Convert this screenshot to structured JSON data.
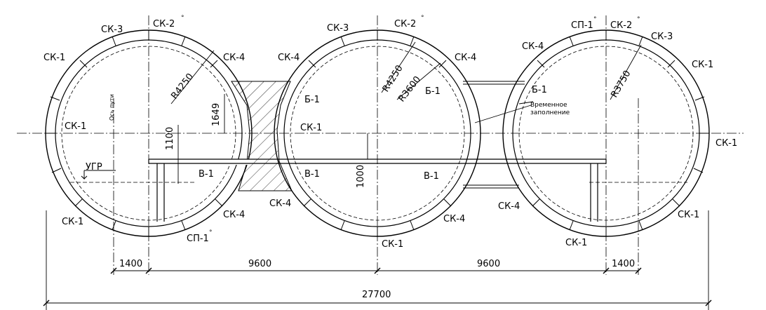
{
  "labels": {
    "sk1": "СК-1",
    "sk2": "СК-2",
    "sk3": "СК-3",
    "sk4": "СК-4",
    "sp1": "СП-1",
    "b1": "Б-1",
    "v1": "В-1",
    "ugr": "УГР",
    "axis": "Ось пути",
    "temp_fill_1": "Временное",
    "temp_fill_2": "заполнение",
    "deg": "°"
  },
  "radii": {
    "r4250": "R4250",
    "r3600": "R3600",
    "r3750": "R3750"
  },
  "dimensions": {
    "d1649": "1649",
    "d1100": "1100",
    "d1000": "1000",
    "d1400": "1400",
    "d9600": "9600",
    "d27700": "27700"
  }
}
